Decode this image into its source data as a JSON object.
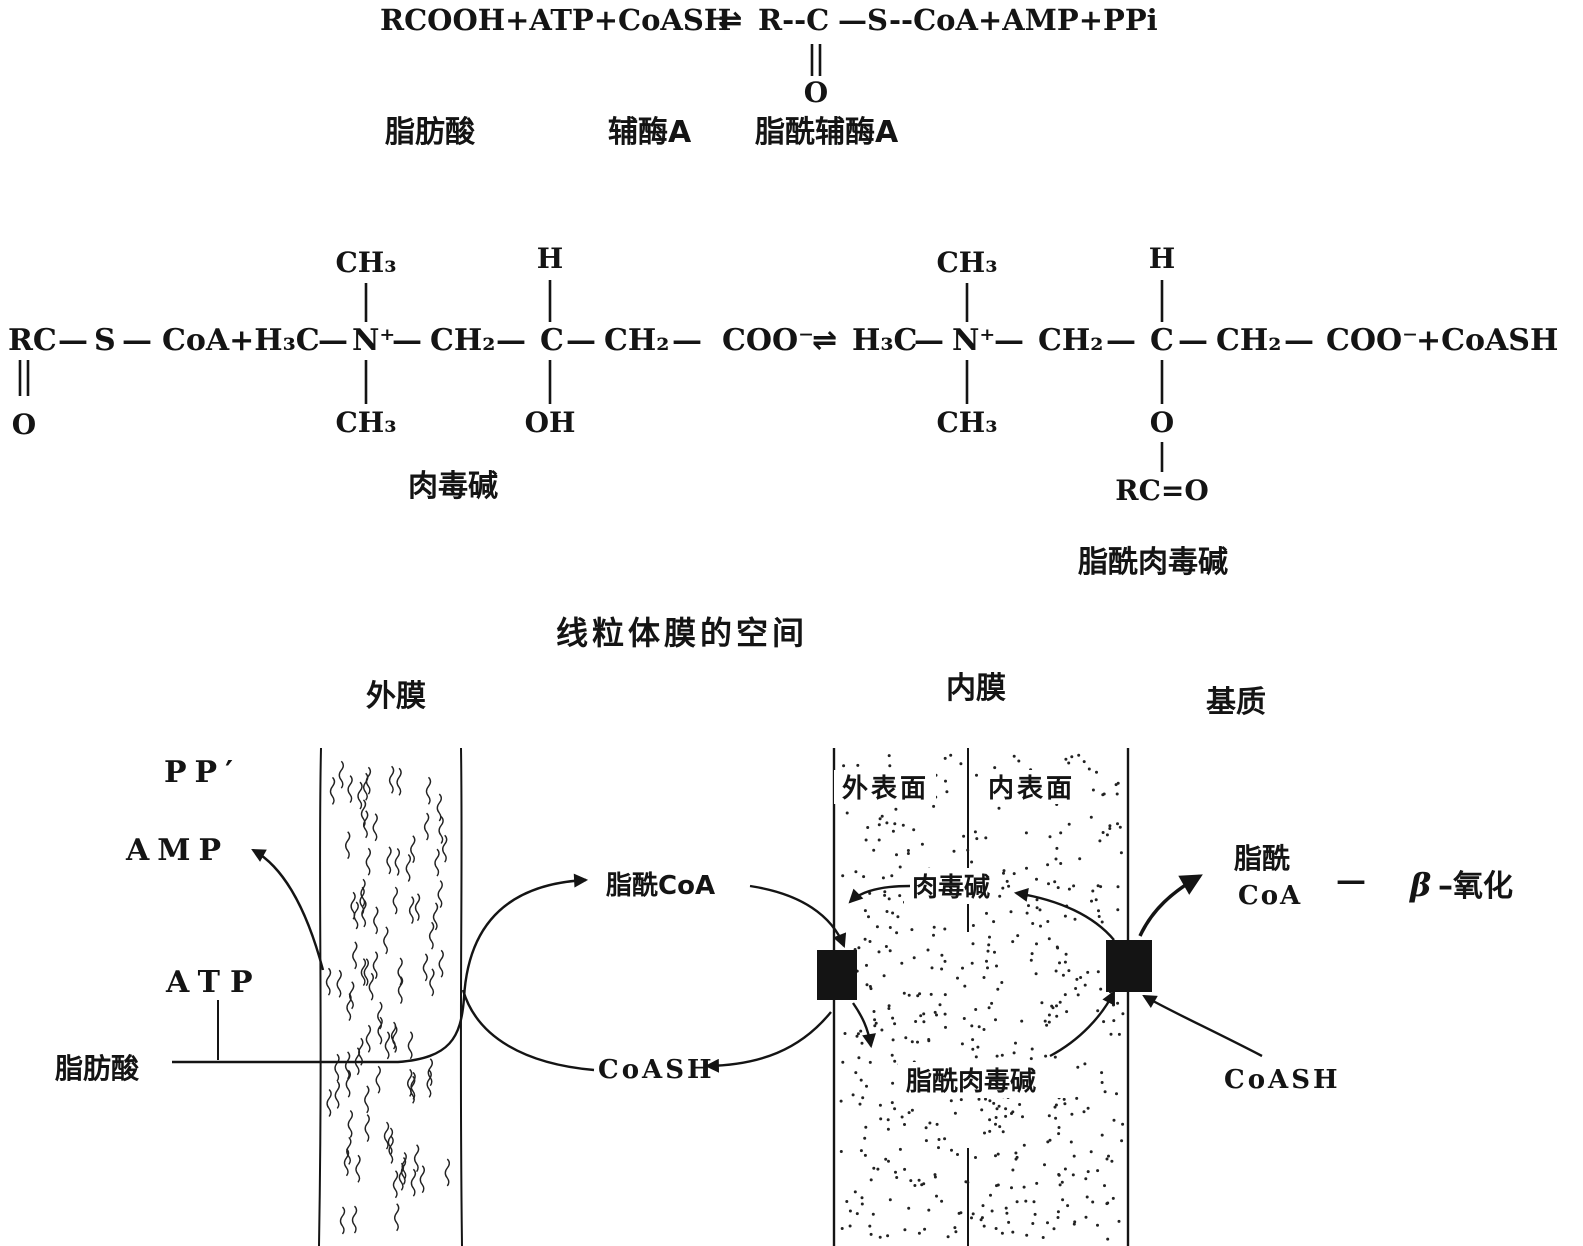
{
  "equation_top": {
    "lhs": "RCOOH+ATP+CoASH",
    "harpoon": "⇌",
    "rhs_a": "R--C",
    "rhs_b": "—S--CoA+AMP+PPi",
    "carbonyl_o": "O",
    "label_fatty_acid": "脂肪酸",
    "label_coenzyme_a": "辅酶A",
    "label_acyl_coa": "脂酰辅酶A"
  },
  "formula_mid": {
    "tokens": [
      "RC",
      "—",
      "S",
      "—",
      "CoA+H₃C",
      "—",
      "N⁺",
      "—",
      "CH₂",
      "—",
      "C",
      "—",
      "CH₂",
      "—",
      "COO⁻",
      "⇌",
      "H₃C",
      "—",
      "N⁺",
      "—",
      "CH₂",
      "—",
      "C",
      "—",
      "CH₂",
      "—",
      "COO⁻",
      "+CoASH"
    ],
    "sub": {
      "ch3": "CH₃",
      "h": "H",
      "oh": "OH",
      "o": "O",
      "rco": "RC=O"
    },
    "labels": {
      "carnitine": "肉毒碱",
      "acyl_carnitine": "脂酰肉毒碱"
    }
  },
  "diagram": {
    "title": "线粒体膜的空间",
    "labels": {
      "outer_membrane": "外膜",
      "inner_membrane": "内膜",
      "matrix": "基质",
      "ppi": "PP′",
      "amp": "AMP",
      "atp": "ATP",
      "fatty_acid": "脂肪酸",
      "acyl_coa": "脂酰CoA",
      "coash": "CoASH",
      "outer_surface": "外表面",
      "inner_surface": "内表面",
      "carnitine": "肉毒碱",
      "acyl_carnitine": "脂酰肉毒碱",
      "acyl": "脂酰",
      "coa": "CoA",
      "dash": "—",
      "beta": "β",
      "beta_oxidation": "–氧化"
    }
  },
  "colors": {
    "ink": "#141414",
    "paper": "#ffffff"
  }
}
